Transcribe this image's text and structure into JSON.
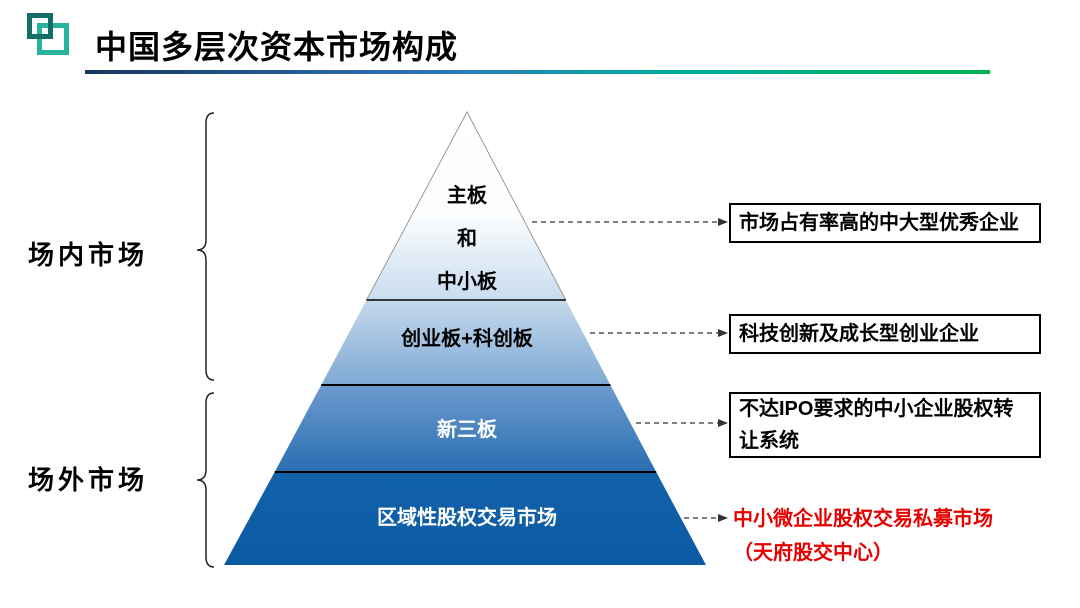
{
  "header": {
    "title": "中国多层次资本市场构成"
  },
  "colors": {
    "divider_gradient": [
      "#17375e",
      "#2e75b6",
      "#00b0a0",
      "#00b050"
    ],
    "pyramid_tier1_top": "#ffffff",
    "pyramid_tier1_bottom": "#c9dcef",
    "pyramid_tier2": "#9fc0e0",
    "pyramid_tier3": "#4a84c0",
    "pyramid_tier4": "#0e5ea7",
    "tier_divider": "#000000",
    "callout_red_text": "#e60000",
    "logo_teal": "#27b39b",
    "logo_dark_teal": "#156e66"
  },
  "side_labels": {
    "on_exchange": "场内市场",
    "off_exchange": "场外市场"
  },
  "pyramid": {
    "tier1": {
      "lines": [
        "主板",
        "和",
        "中小板"
      ]
    },
    "tier2": {
      "label": "创业板+科创板"
    },
    "tier3": {
      "label": "新三板"
    },
    "tier4": {
      "label": "区域性股权交易市场"
    }
  },
  "callouts": {
    "c1": {
      "text": "市场占有率高的中大型优秀企业"
    },
    "c2": {
      "text": "科技创新及成长型创业企业"
    },
    "c3": {
      "text": "不达IPO要求的中小企业股权转让系统"
    },
    "c4": {
      "lines": [
        "中小微企业股权交易私募市场",
        "（天府股交中心）"
      ]
    }
  }
}
